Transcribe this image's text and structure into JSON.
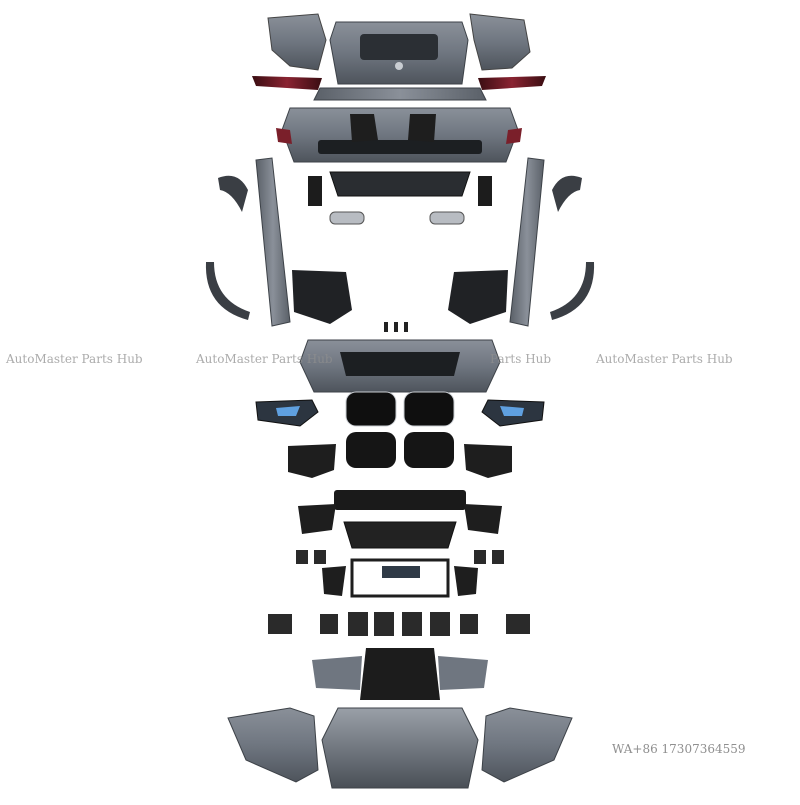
{
  "watermark": {
    "text_1": "AutoMaster Parts Hub",
    "text_2": "AutoMaster Parts Hub",
    "text_3": "Parts Hub",
    "text_4": "AutoMaster Parts Hub"
  },
  "contact": {
    "phone": "WA+86  17307364559"
  },
  "colors": {
    "body_panel": "#6f7680",
    "body_panel_dark": "#4e545c",
    "black_trim": "#161616",
    "tail_light": "#7a1f2a",
    "chrome": "#c9cdd2"
  }
}
